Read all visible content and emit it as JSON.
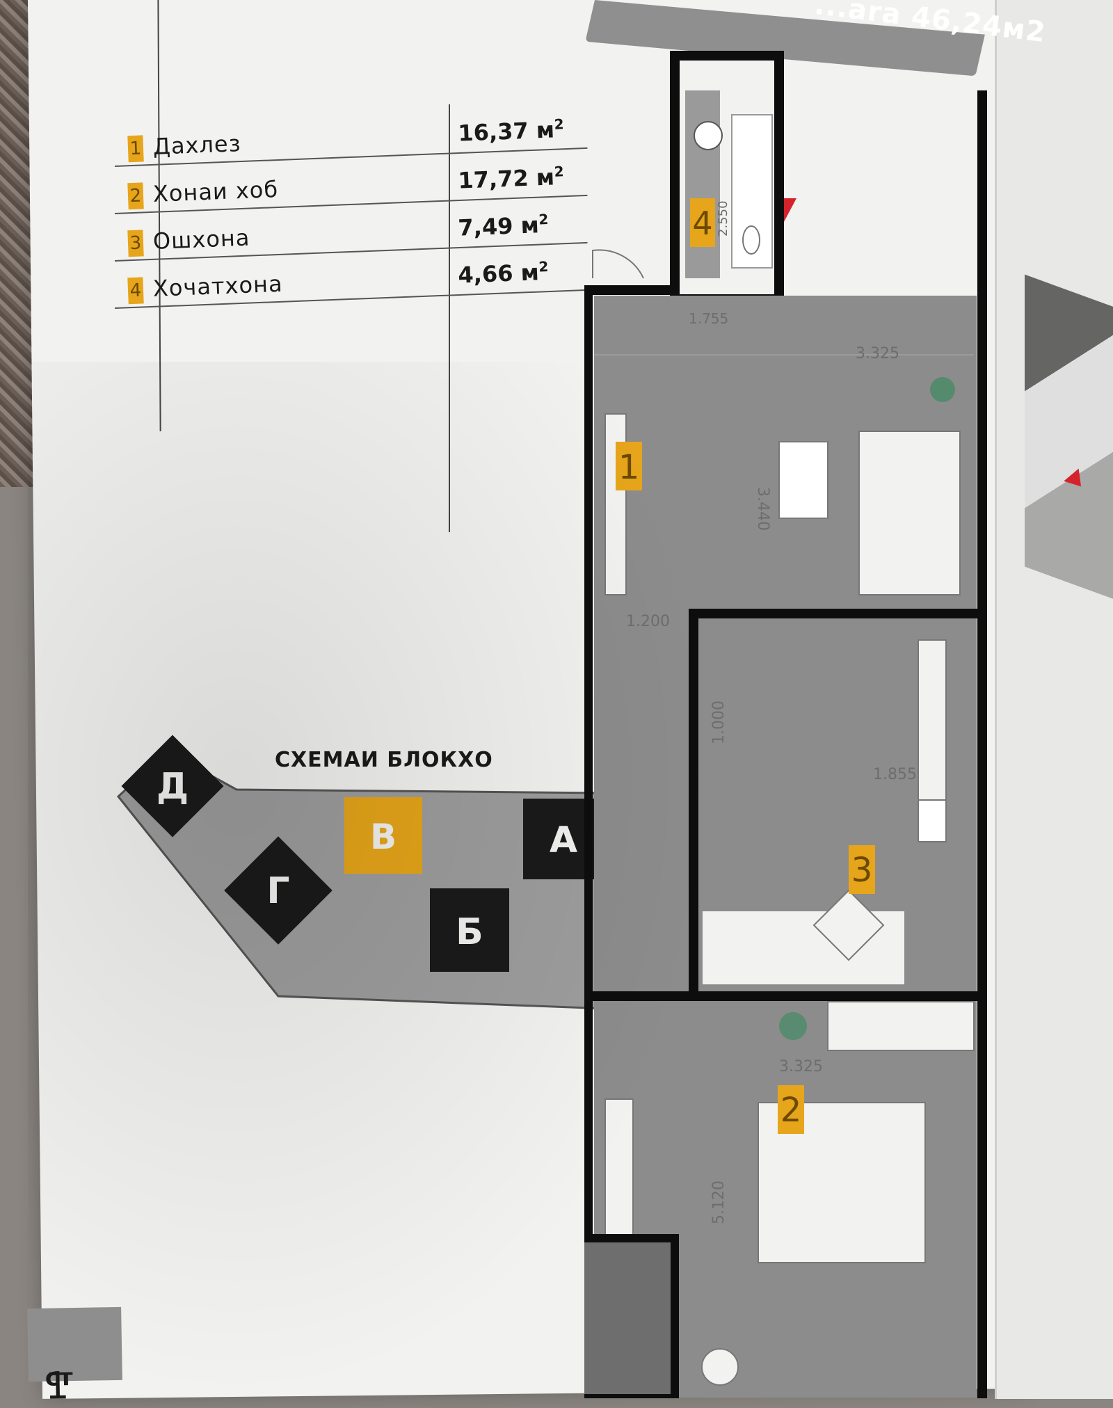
{
  "header": {
    "banner_text": "...ara 46,24м2"
  },
  "rooms": [
    {
      "number": "1",
      "name": "Дахлез",
      "area": "16,37 м",
      "area_sup": "2"
    },
    {
      "number": "2",
      "name": "Хонаи хоб",
      "area": "17,72 м",
      "area_sup": "2"
    },
    {
      "number": "3",
      "name": "Ошхона",
      "area": "7,49 м",
      "area_sup": "2"
    },
    {
      "number": "4",
      "name": "Хочатхона",
      "area": "4,66 м",
      "area_sup": "2"
    }
  ],
  "scheme": {
    "title": "СХЕМАИ БЛОКХО",
    "blocks": [
      {
        "label": "Д",
        "highlight": false
      },
      {
        "label": "В",
        "highlight": true
      },
      {
        "label": "А",
        "highlight": false
      },
      {
        "label": "Г",
        "highlight": false
      },
      {
        "label": "Б",
        "highlight": false
      }
    ]
  },
  "plan": {
    "room_labels": [
      "4",
      "1",
      "3",
      "2"
    ],
    "dimensions": [
      "1.755",
      "3.325",
      "3.440",
      "1.200",
      "1.000",
      "1.855",
      "3.325",
      "5.120",
      "2.550"
    ]
  },
  "page": {
    "prefix": "ст",
    "number": "1"
  },
  "colors": {
    "accent": "#e6a51a",
    "block_dark": "#1a1a1a",
    "floor_grey": "#8c8c8c",
    "wall": "#0d0d0d",
    "arrow_red": "#d5232b"
  }
}
